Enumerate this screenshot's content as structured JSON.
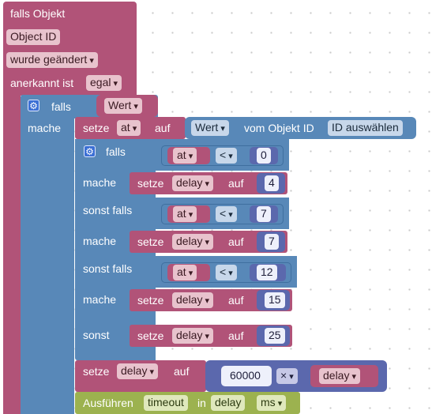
{
  "trigger": {
    "falls_objekt": "falls Objekt",
    "object_id": "Object ID",
    "wurde_geaendert": "wurde geändert",
    "anerkannt_ist": "anerkannt ist",
    "egal": "egal"
  },
  "outer_if": {
    "falls": "falls",
    "condition_var": "Wert",
    "mache": "mache",
    "setze": "setze",
    "set_var": "at",
    "auf": "auf",
    "value_field": "Wert",
    "vom_objekt_id": "vom Objekt ID",
    "id_auswaehlen": "ID auswählen"
  },
  "inner_if": {
    "falls": "falls",
    "sonst_falls": "sonst falls",
    "sonst": "sonst",
    "mache": "mache",
    "setze": "setze",
    "auf": "auf",
    "var_at": "at",
    "var_delay": "delay",
    "operator": "<",
    "branches": [
      {
        "compare": "0",
        "result": "4"
      },
      {
        "compare": "7",
        "result": "7"
      },
      {
        "compare": "12",
        "result": "15"
      }
    ],
    "else_result": "25"
  },
  "set_delay": {
    "setze": "setze",
    "var": "delay",
    "auf": "auf",
    "factor": "60000",
    "operator": "×",
    "operand": "delay"
  },
  "timeout": {
    "ausfuehren": "Ausführen",
    "timeout": "timeout",
    "in": "in",
    "delay": "delay",
    "unit": "ms"
  },
  "colors": {
    "event": "#b15378",
    "logic": "#5888b8",
    "math": "#5b68ad",
    "timer": "#9cb24f"
  }
}
